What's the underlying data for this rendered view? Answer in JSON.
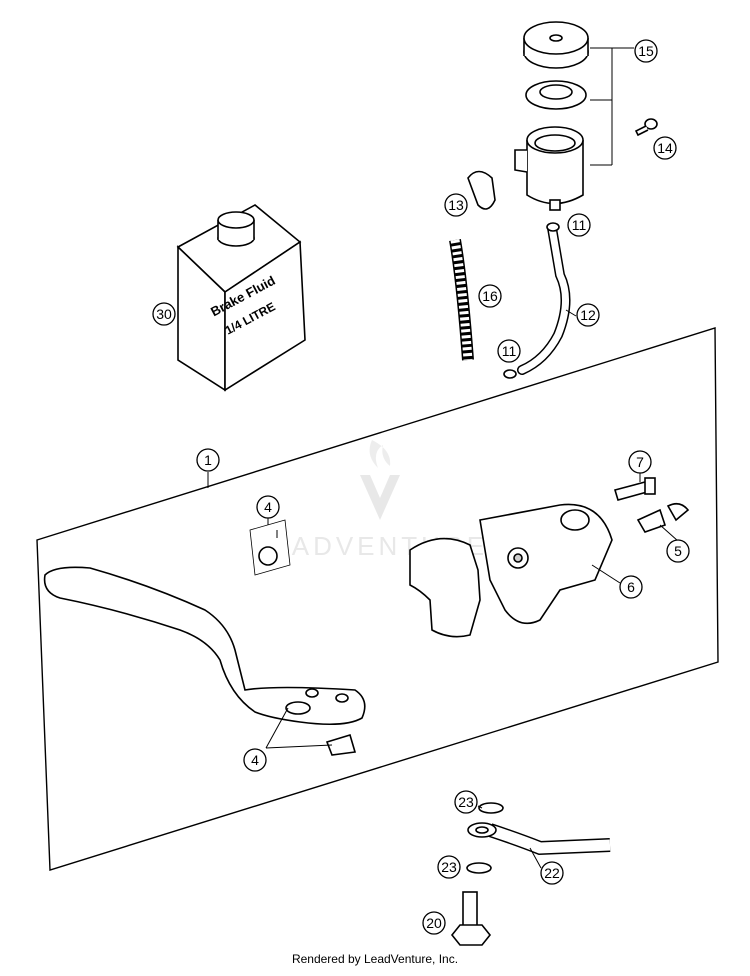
{
  "diagram": {
    "callouts": [
      "15",
      "14",
      "13",
      "11",
      "16",
      "12",
      "11",
      "30",
      "1",
      "7",
      "4",
      "5",
      "6",
      "4",
      "23",
      "22",
      "23",
      "20"
    ],
    "fluid_can": {
      "line1": "Brake Fluid",
      "line2": "1/4 LITRE"
    },
    "watermark": "LEADVENTURE"
  },
  "footer": {
    "text": "Rendered by LeadVenture, Inc."
  },
  "colors": {
    "line": "#000000",
    "watermark": "#e6e6e6",
    "part_fill": "#ffffff",
    "shade": "#cfcfcf"
  }
}
